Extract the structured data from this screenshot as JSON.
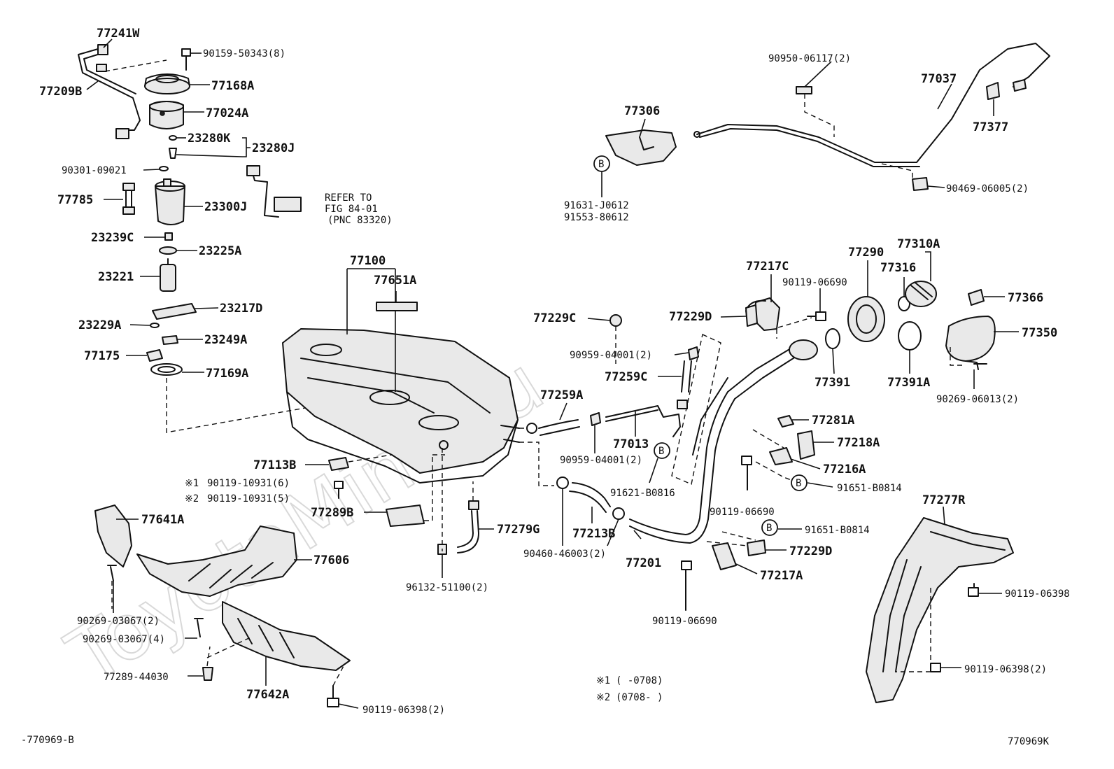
{
  "watermark": "ToyotaMine.ru",
  "footer": {
    "left_code": "-770969-B",
    "right_code": "770969K"
  },
  "legend": {
    "note1_mark": "※1",
    "note1_text": "(     -0708)",
    "note2_mark": "※2",
    "note2_text": "(0708-     )"
  },
  "refer": {
    "line1": "REFER TO",
    "line2": "FIG 84-01",
    "line3": "(PNC 83320)"
  },
  "callout_marker": "B",
  "labels": {
    "p77241W": "77241W",
    "p90159_50343": "90159-50343(8)",
    "p77168A": "77168A",
    "p77209B": "77209B",
    "p77024A": "77024A",
    "p23280K": "23280K",
    "p23280J": "23280J",
    "p90301_09021": "90301-09021",
    "p77785": "77785",
    "p23300J": "23300J",
    "p23239C": "23239C",
    "p23225A": "23225A",
    "p23221": "23221",
    "p23217D": "23217D",
    "p23229A": "23229A",
    "p23249A": "23249A",
    "p77175": "77175",
    "p77169A": "77169A",
    "p77100": "77100",
    "p77651A": "77651A",
    "p77113B": "77113B",
    "p90119_10931_6": "90119-10931(6)",
    "p90119_10931_5": "90119-10931(5)",
    "p77289B": "77289B",
    "p77279G": "77279G",
    "p96132_51100": "96132-51100(2)",
    "p77641A": "77641A",
    "p77606": "77606",
    "p90269_03067_2": "90269-03067(2)",
    "p90269_03067_4": "90269-03067(4)",
    "p77289_44030": "77289-44030",
    "p77642A": "77642A",
    "p90119_06398_2a": "90119-06398(2)",
    "p90950_06117": "90950-06117(2)",
    "p77037": "77037",
    "p77306": "77306",
    "p77377": "77377",
    "p91631_J0612": "91631-J0612",
    "p91553_80612": "91553-80612",
    "p90469_06005": "90469-06005(2)",
    "p77217C": "77217C",
    "p77290": "77290",
    "p77310A": "77310A",
    "p77316": "77316",
    "p90119_06690a": "90119-06690",
    "p77229C": "77229C",
    "p77229D_a": "77229D",
    "p77366": "77366",
    "p77350": "77350",
    "p90959_04001a": "90959-04001(2)",
    "p77259C": "77259C",
    "p77391": "77391",
    "p77391A": "77391A",
    "p90269_06013": "90269-06013(2)",
    "p77259A": "77259A",
    "p77013": "77013",
    "p90959_04001b": "90959-04001(2)",
    "p77281A": "77281A",
    "p77218A": "77218A",
    "p77216A": "77216A",
    "p91621_B0816": "91621-B0816",
    "p91651_B0814a": "91651-B0814",
    "p90119_06690b": "90119-06690",
    "p77277R": "77277R",
    "p91651_B0814b": "91651-B0814",
    "p77213B": "77213B",
    "p77201": "77201",
    "p90460_46003": "90460-46003(2)",
    "p77229D_b": "77229D",
    "p77217A": "77217A",
    "p90119_06398a": "90119-06398",
    "p90119_06690c": "90119-06690",
    "p90119_06398_2b": "90119-06398(2)"
  }
}
